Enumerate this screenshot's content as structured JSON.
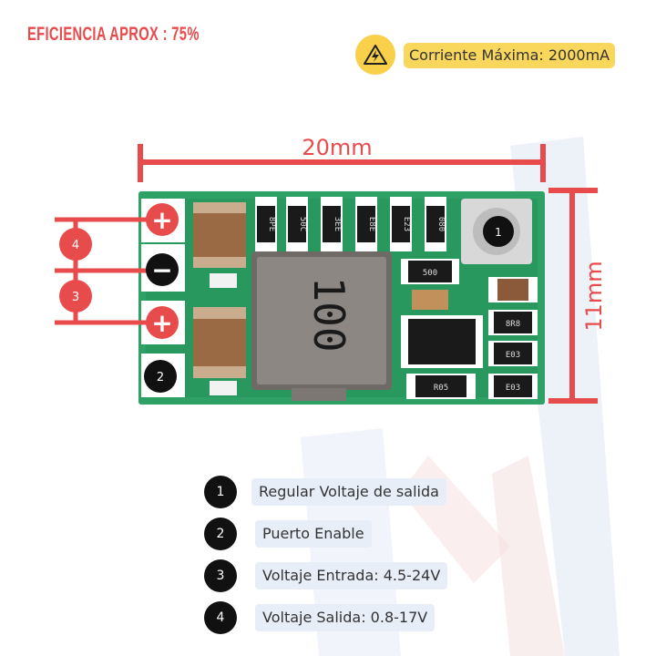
{
  "title": "EFICIENCIA APROX : 75%",
  "badge": {
    "icon": "electric-warning-icon",
    "text": "Corriente Máxima: 2000mA",
    "color": "#f8d75c"
  },
  "dimensions": {
    "width_label": "20mm",
    "height_label": "11mm",
    "color": "#e84b4b"
  },
  "board": {
    "inductor_marking": "100",
    "pads": [
      "+",
      "−",
      "+"
    ],
    "markers": [
      "1",
      "2",
      "3",
      "4"
    ],
    "smd_markings": [
      "8PE",
      "50C",
      "3EE",
      "E8E",
      "E23",
      "080",
      "500",
      "8R8",
      "E03",
      "E03",
      "R05"
    ]
  },
  "legend": [
    {
      "num": "1",
      "label": "Regular Voltaje de salida"
    },
    {
      "num": "2",
      "label": "Puerto Enable"
    },
    {
      "num": "3",
      "label": "Voltaje Entrada: 4.5-24V"
    },
    {
      "num": "4",
      "label": "Voltaje Salida: 0.8-17V"
    }
  ]
}
